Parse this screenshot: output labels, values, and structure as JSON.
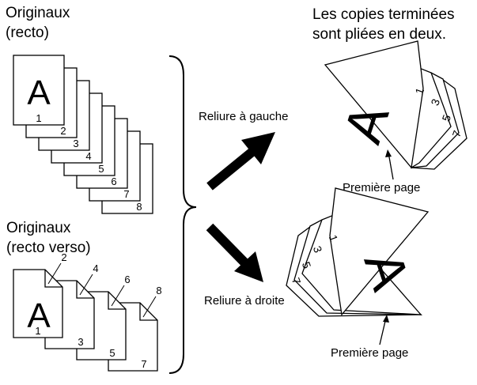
{
  "labels": {
    "originals_simplex_line1": "Originaux",
    "originals_simplex_line2": "(recto)",
    "originals_duplex_line1": "Originaux",
    "originals_duplex_line2": "(recto verso)",
    "finished_line1": "Les copies terminées",
    "finished_line2": "sont pliées en deux.",
    "left_binding": "Reliure à gauche",
    "right_binding": "Reliure à droite",
    "first_page_top": "Première page",
    "first_page_bottom": "Première page"
  },
  "simplex_pages": {
    "cover_letter": "A",
    "numbers": [
      "1",
      "2",
      "3",
      "4",
      "5",
      "6",
      "7",
      "8"
    ]
  },
  "duplex_pages": {
    "cover_letter": "A",
    "front_numbers": [
      "1",
      "3",
      "5",
      "7"
    ],
    "back_numbers": [
      "2",
      "4",
      "6",
      "8"
    ]
  },
  "booklet_left": {
    "cover_letter": "A",
    "numbers": [
      "1",
      "3",
      "5",
      "7"
    ]
  },
  "booklet_right": {
    "cover_letter": "A",
    "numbers": [
      "1",
      "3",
      "5",
      "7"
    ]
  }
}
